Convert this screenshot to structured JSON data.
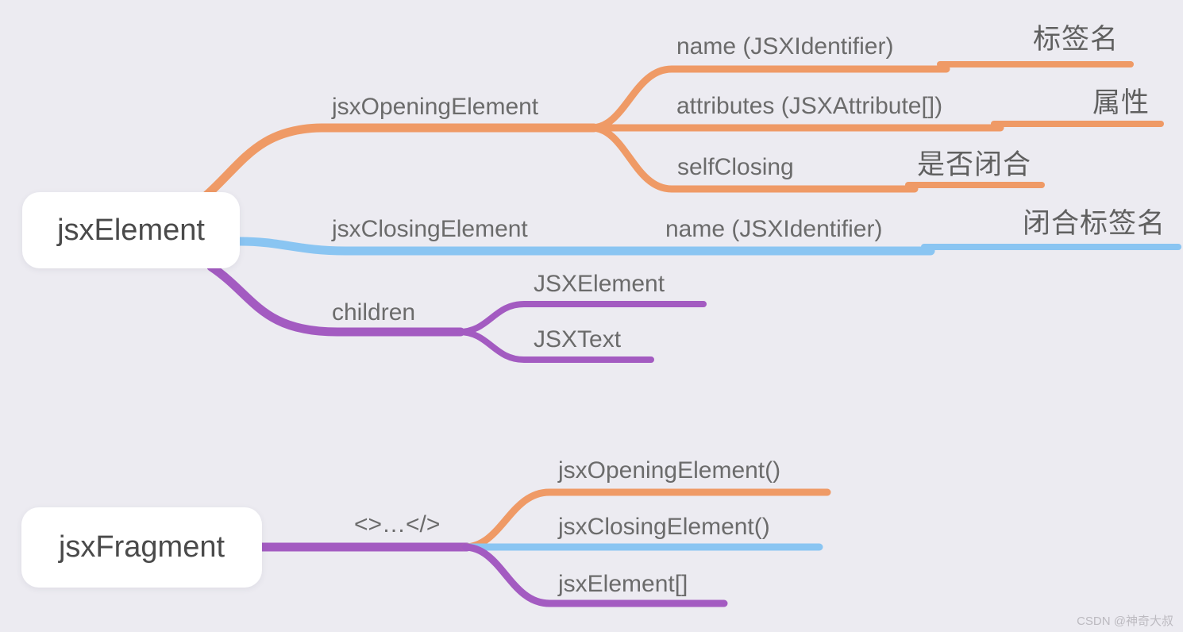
{
  "colors": {
    "background": "#ECEBF1",
    "orange": "#EF9A66",
    "blue": "#8AC5F2",
    "purple": "#A35BC1",
    "node_bg": "#FFFFFF",
    "node_text": "#4A4A4A",
    "label_text": "#6B6B6B",
    "watermark_text": "#BCBAC0"
  },
  "watermark": "CSDN @神奇大叔",
  "tree1": {
    "root": "jsxElement",
    "branches": [
      {
        "label": "jsxOpeningElement",
        "color": "orange",
        "children": [
          {
            "label": "name (JSXIdentifier)",
            "annotation": "标签名"
          },
          {
            "label": "attributes (JSXAttribute[])",
            "annotation": "属性"
          },
          {
            "label": "selfClosing",
            "annotation": "是否闭合"
          }
        ]
      },
      {
        "label": "jsxClosingElement",
        "color": "blue",
        "children": [
          {
            "label": "name (JSXIdentifier)",
            "annotation": "闭合标签名"
          }
        ]
      },
      {
        "label": "children",
        "color": "purple",
        "children": [
          {
            "label": "JSXElement"
          },
          {
            "label": "JSXText"
          }
        ]
      }
    ]
  },
  "tree2": {
    "root": "jsxFragment",
    "branches": [
      {
        "label": "<>…</>",
        "color": "purple",
        "children": [
          {
            "label": "jsxOpeningElement()",
            "color": "orange"
          },
          {
            "label": "jsxClosingElement()",
            "color": "blue"
          },
          {
            "label": "jsxElement[]",
            "color": "purple"
          }
        ]
      }
    ]
  }
}
